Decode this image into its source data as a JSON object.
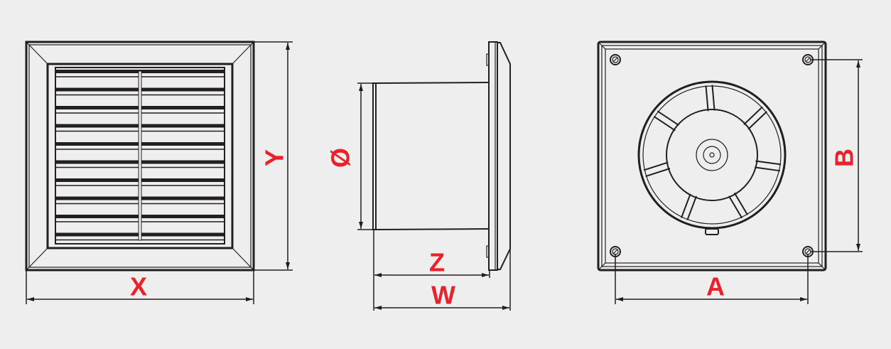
{
  "labels": {
    "x": "X",
    "y": "Y",
    "diameter": "Ø",
    "z": "Z",
    "w": "W",
    "a": "A",
    "b": "B"
  },
  "colors": {
    "label": "#e8212a",
    "line": "#231f20",
    "background": "#eeeeef"
  }
}
